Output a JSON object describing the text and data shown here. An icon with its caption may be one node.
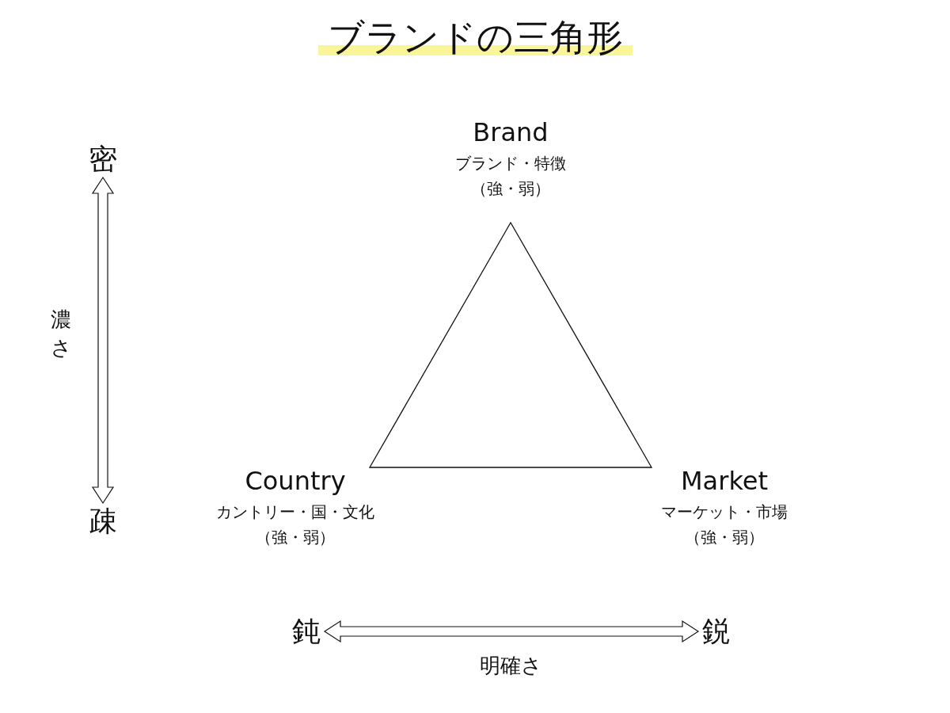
{
  "diagram": {
    "title": "ブランドの三角形",
    "nodes": [
      {
        "text": [
          "Brand",
          "ブランド・特徴",
          "（強・弱）"
        ]
      },
      {
        "text": [
          "Country",
          "カントリー・国・文化",
          "（強・弱）"
        ]
      },
      {
        "text": [
          "Market",
          "マーケット・市場",
          "（強・弱）"
        ]
      },
      {
        "text": [
          "密"
        ]
      },
      {
        "text": [
          "疎"
        ]
      },
      {
        "text": [
          "鈍"
        ]
      },
      {
        "text": [
          "鋭"
        ]
      }
    ],
    "edges": [
      {
        "from": 3,
        "to": 4,
        "arrow": "both",
        "label": "濃さ"
      },
      {
        "from": 5,
        "to": 6,
        "arrow": "both",
        "label": "明確さ"
      }
    ]
  }
}
